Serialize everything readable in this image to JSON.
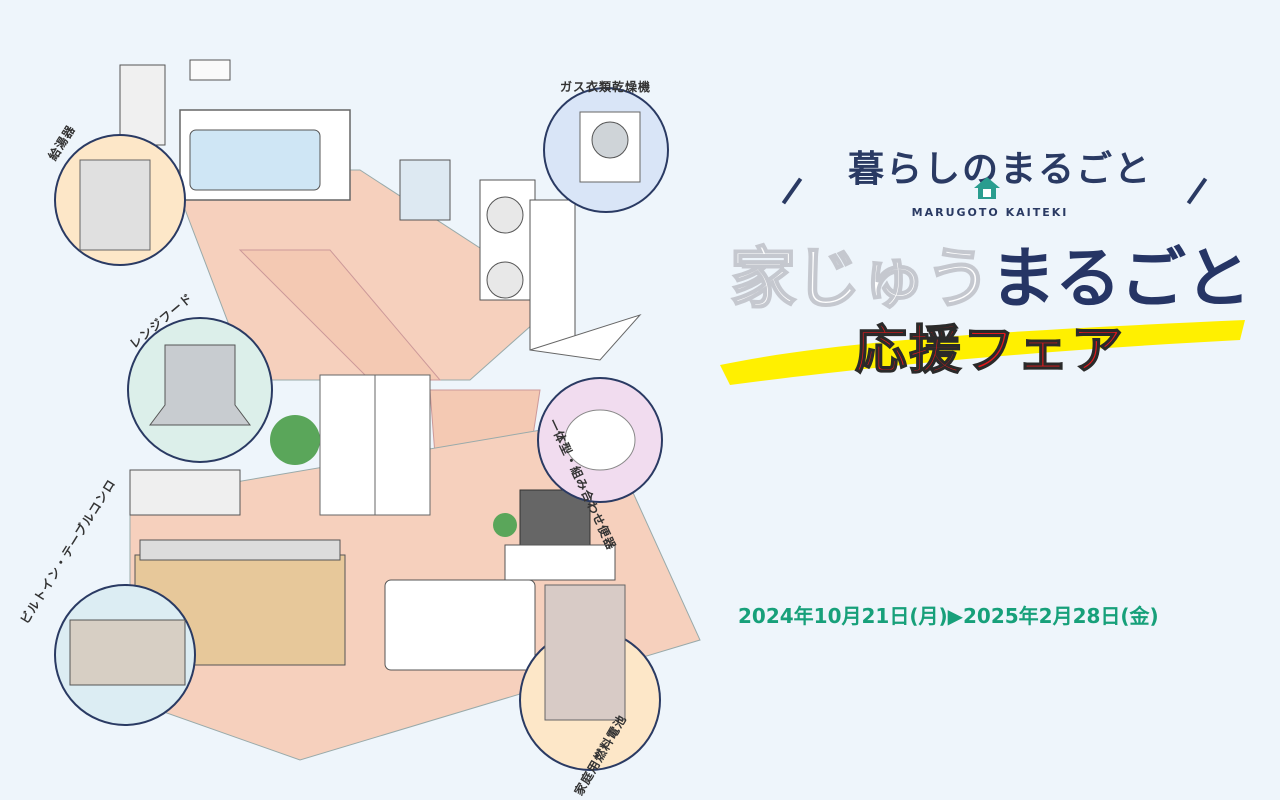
{
  "bubbles": {
    "water_heater": "給湯器",
    "gas_dryer": "ガス衣類乾燥機",
    "range_hood": "レンジフード",
    "toilet": "一体型・組み合わせ便器",
    "stove": "ビルトイン・テーブルコンロ",
    "fuel_cell": "家庭用燃料電池"
  },
  "promo": {
    "tagline": "暮らしのまるごと",
    "brand": "MARUGOTO KAITEKI",
    "headline_light": "家じゅう",
    "headline_dark": "まるごと",
    "fair": "応援フェア",
    "dates": "2024年10月21日(月)▶2025年2月28日(金)"
  },
  "colors": {
    "navy": "#263565",
    "red": "#e3191c",
    "yellow": "#fff000",
    "green": "#17a07a",
    "floor": "#f5cdb9",
    "bg": "#eef5fb"
  }
}
